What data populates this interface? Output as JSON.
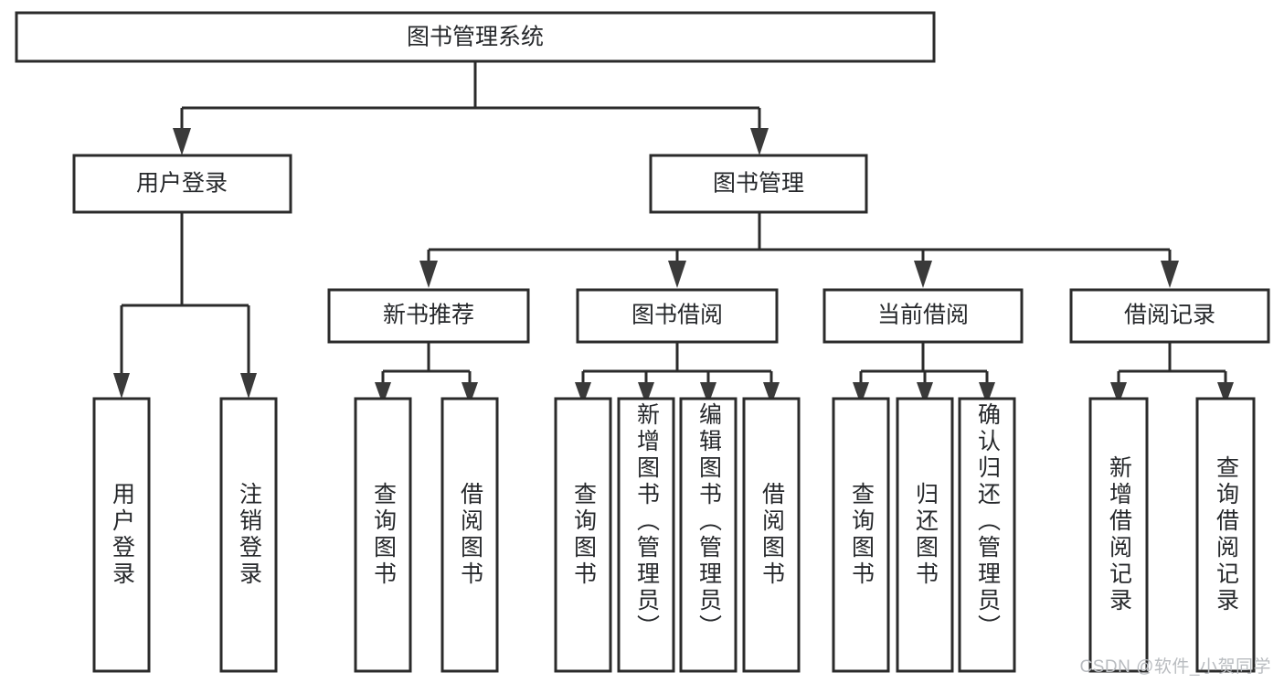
{
  "diagram": {
    "title": "图书管理系统",
    "type": "tree-hierarchy-diagram",
    "orientation": "top-down",
    "colors": {
      "box_stroke": "#2b2b2b",
      "box_fill": "#ffffff",
      "connector": "#2b2b2b",
      "label_text": "#26282b",
      "watermark_text": "#b9bcc0",
      "background": "#ffffff"
    },
    "nodes": {
      "root": {
        "label": "图书管理系统",
        "level": 1
      },
      "level2": [
        {
          "id": "user-login",
          "label": "用户登录"
        },
        {
          "id": "book-management",
          "label": "图书管理"
        }
      ],
      "level3": [
        {
          "id": "new-book-recommend",
          "label": "新书推荐"
        },
        {
          "id": "book-borrow",
          "label": "图书借阅"
        },
        {
          "id": "current-borrow",
          "label": "当前借阅"
        },
        {
          "id": "borrow-record",
          "label": "借阅记录"
        }
      ],
      "leaves": {
        "user-login": [
          {
            "id": "leaf-user-login",
            "label": "用户登录"
          },
          {
            "id": "leaf-logout-login",
            "label": "注销登录"
          }
        ],
        "new-book-recommend": [
          {
            "id": "leaf-query-book-1",
            "label": "查询图书"
          },
          {
            "id": "leaf-borrow-book-1",
            "label": "借阅图书"
          }
        ],
        "book-borrow": [
          {
            "id": "leaf-query-book-2",
            "label": "查询图书"
          },
          {
            "id": "leaf-add-book-admin",
            "label": "新增图书（管理员）"
          },
          {
            "id": "leaf-edit-book-admin",
            "label": "编辑图书（管理员）"
          },
          {
            "id": "leaf-borrow-book-2",
            "label": "借阅图书"
          }
        ],
        "current-borrow": [
          {
            "id": "leaf-query-book-3",
            "label": "查询图书"
          },
          {
            "id": "leaf-return-book",
            "label": "归还图书"
          },
          {
            "id": "leaf-confirm-return-admin",
            "label": "确认归还（管理员）"
          }
        ],
        "borrow-record": [
          {
            "id": "leaf-add-borrow-record",
            "label": "新增借阅记录"
          },
          {
            "id": "leaf-query-borrow-record",
            "label": "查询借阅记录"
          }
        ]
      }
    },
    "watermark": "CSDN @软件_小贺同学"
  }
}
